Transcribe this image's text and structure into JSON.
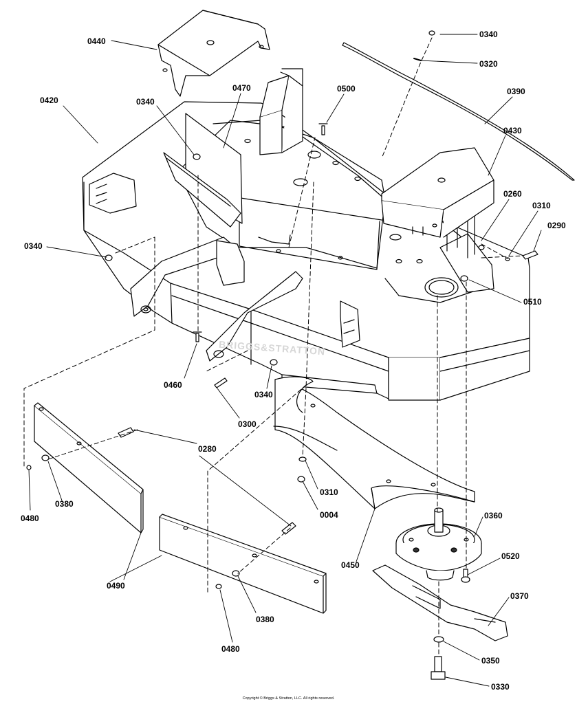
{
  "watermark": "BRIGGS&STRATTON",
  "copyright": "Copyright © Briggs & Stratton, LLC. All rights reserved.",
  "callouts": {
    "c0440": "0440",
    "c0340_top": "0340",
    "c0320": "0320",
    "c0420": "0420",
    "c0470": "0470",
    "c0500": "0500",
    "c0390": "0390",
    "c0340_left": "0340",
    "c0430": "0430",
    "c0260": "0260",
    "c0310_right": "0310",
    "c0290": "0290",
    "c0340_mid": "0340",
    "c0510": "0510",
    "c0460": "0460",
    "c0340_lower": "0340",
    "c0300": "0300",
    "c0280": "0280",
    "c0310_mid": "0310",
    "c0004": "0004",
    "c0380_left": "0380",
    "c0480_left": "0480",
    "c0360": "0360",
    "c0450": "0450",
    "c0520": "0520",
    "c0490": "0490",
    "c0370": "0370",
    "c0380_bottom": "0380",
    "c0480_bottom": "0480",
    "c0350": "0350",
    "c0330": "0330"
  }
}
